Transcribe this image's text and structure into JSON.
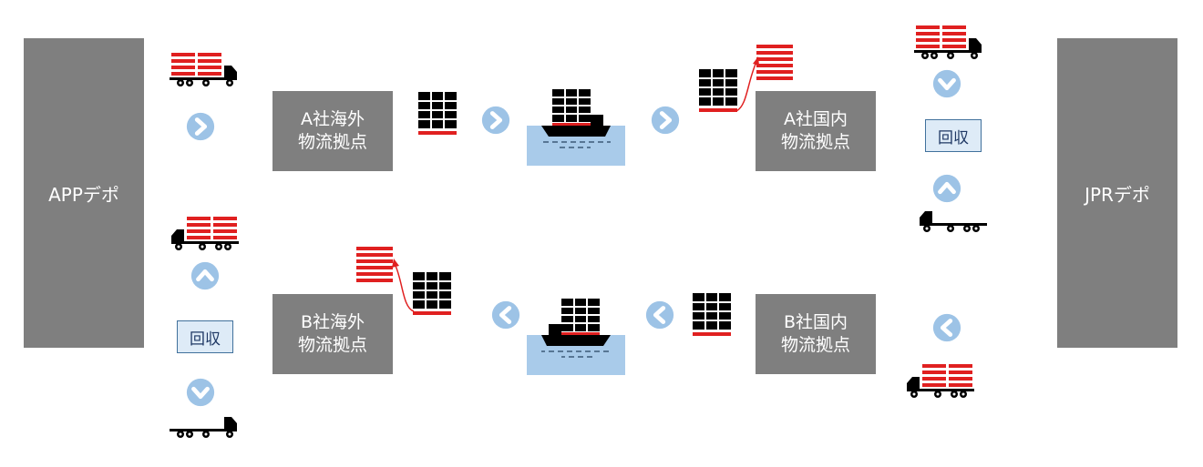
{
  "depots": {
    "left": "APPデポ",
    "right": "JPRデポ"
  },
  "hubs": {
    "a_overseas": {
      "line1": "A社海外",
      "line2": "物流拠点"
    },
    "a_domestic": {
      "line1": "A社国内",
      "line2": "物流拠点"
    },
    "b_overseas": {
      "line1": "B社海外",
      "line2": "物流拠点"
    },
    "b_domestic": {
      "line1": "B社国内",
      "line2": "物流拠点"
    }
  },
  "recover_label": "回収",
  "colors": {
    "depot_gray": "#7f7f7f",
    "pallet_red": "#e02020",
    "arrow_blue": "#9dc3e6",
    "sea_blue": "#a9cbea",
    "recover_fill": "#deebf7"
  },
  "icons": [
    "truck-loaded-icon",
    "truck-empty-icon",
    "ship-icon",
    "pallet-stack-icon",
    "container-cargo-icon",
    "chevron-circle-icon"
  ]
}
